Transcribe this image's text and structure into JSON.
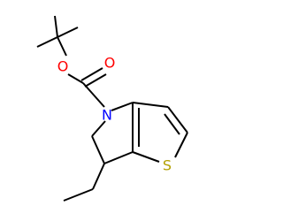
{
  "structure": {
    "atoms": [
      {
        "id": "oxygen-ether",
        "symbol": "O",
        "color": "#ff0000"
      },
      {
        "id": "oxygen-carbonyl",
        "symbol": "O",
        "color": "#ff0000"
      },
      {
        "id": "nitrogen",
        "symbol": "N",
        "color": "#0000ff"
      },
      {
        "id": "sulfur",
        "symbol": "S",
        "color": "#b3a000"
      }
    ]
  }
}
